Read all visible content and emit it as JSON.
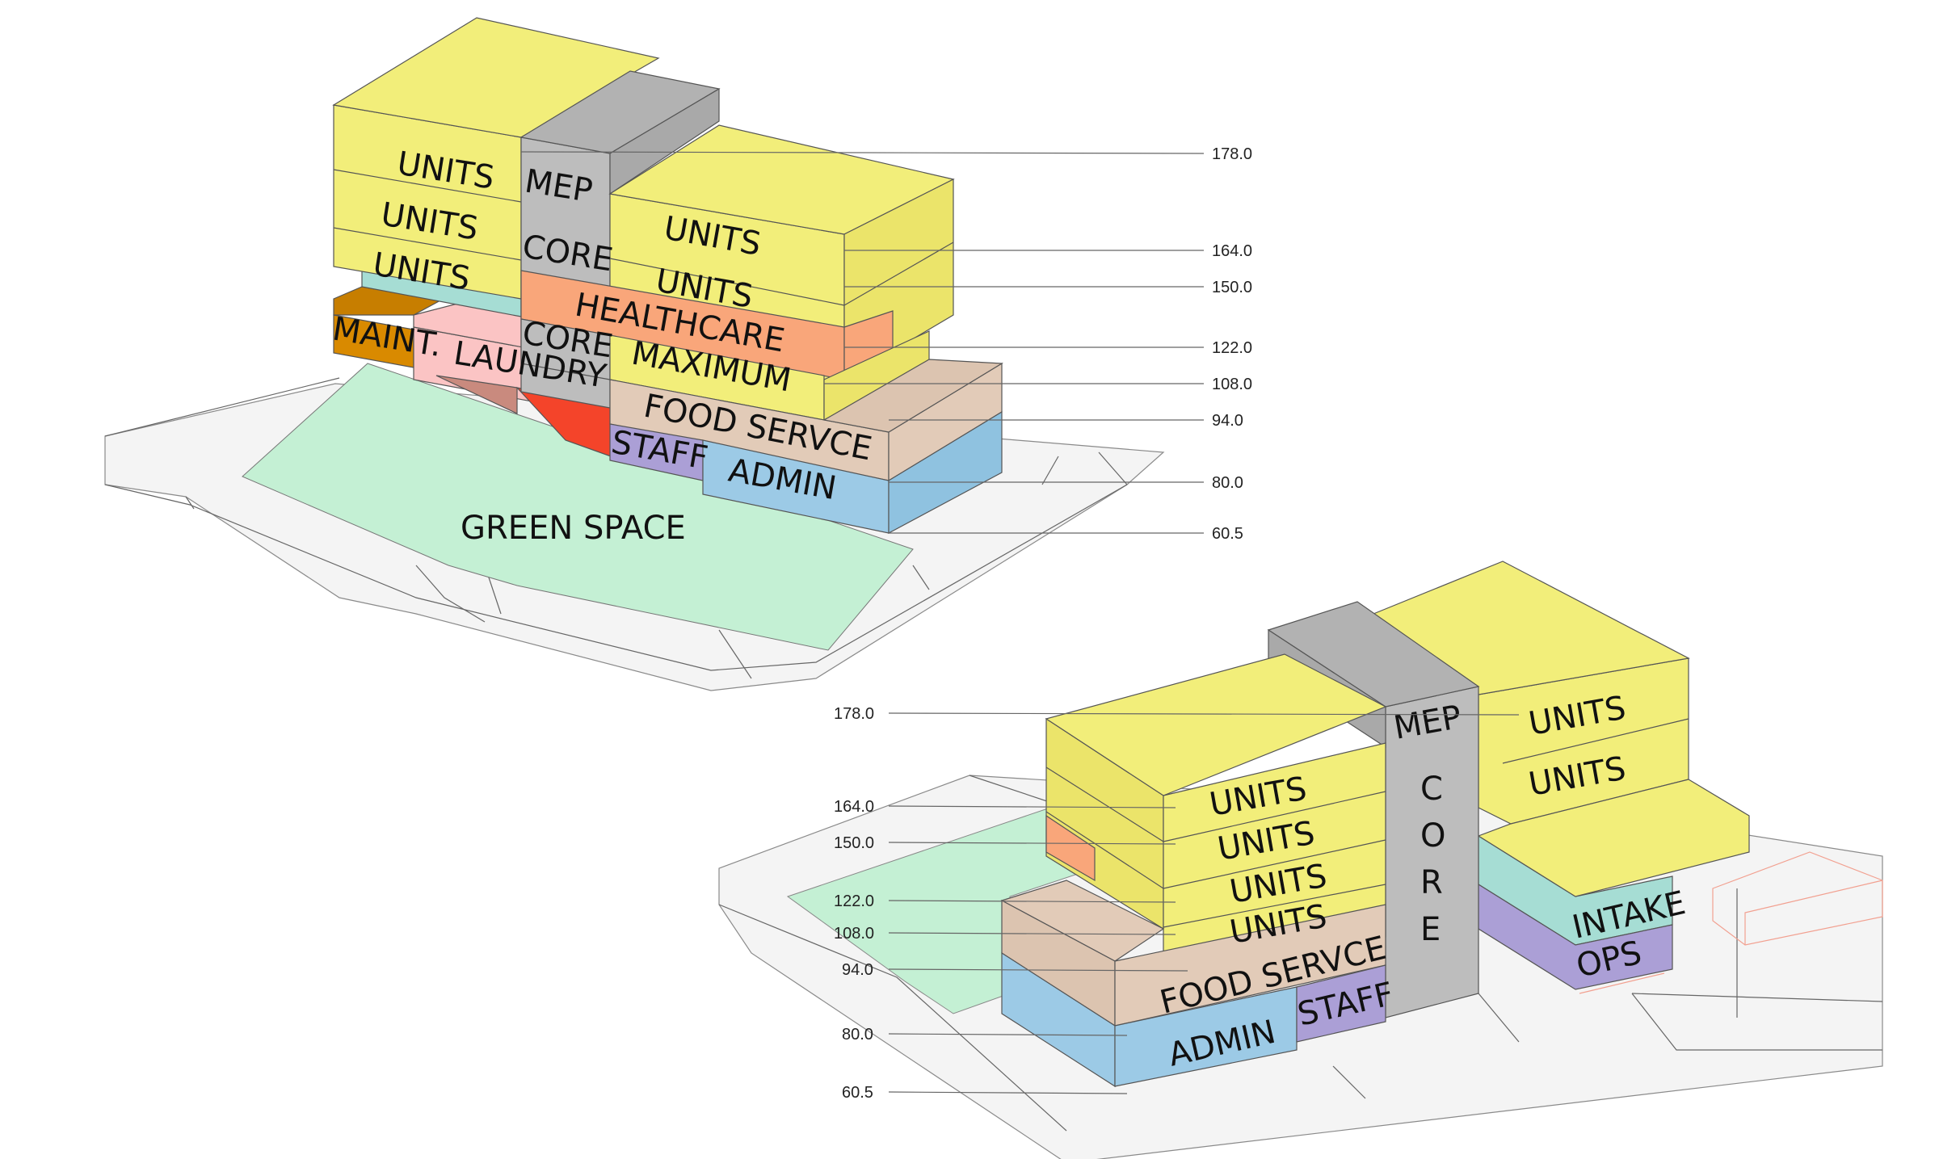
{
  "colors": {
    "units": "#f2ee7a",
    "core": "#bdbdbd",
    "healthcare": "#f9a67a",
    "intake": "#a6ddd4",
    "maint": "#d98a00",
    "laundry": "#fbc4c4",
    "maximum": "#f2ee7a",
    "food": "#e2cbb8",
    "staff": "#ab9fd6",
    "admin": "#9ccae6",
    "ops": "#ab9fd6",
    "green": "#c4f0d4",
    "red": "#f4442a"
  },
  "view1": {
    "labels": {
      "units_1": "UNITS",
      "units_2": "UNITS",
      "units_3": "UNITS",
      "mep": "MEP",
      "core_upper": "CORE",
      "core_lower": "CORE",
      "units_right_1": "UNITS",
      "units_right_2": "UNITS",
      "healthcare": "HEALTHCARE",
      "maint": "MAINT.",
      "laundry": "LAUNDRY",
      "maximum": "MAXIMUM",
      "food": "FOOD SERVCE",
      "staff": "STAFF",
      "admin": "ADMIN",
      "green": "GREEN SPACE"
    },
    "elevations": [
      "178.0",
      "164.0",
      "150.0",
      "122.0",
      "108.0",
      "94.0",
      "80.0",
      "60.5"
    ]
  },
  "view2": {
    "labels": {
      "mep": "MEP",
      "core_c": "C",
      "core_o": "O",
      "core_r": "R",
      "core_e": "E",
      "units_right_1": "UNITS",
      "units_right_2": "UNITS",
      "units_left_1": "UNITS",
      "units_left_2": "UNITS",
      "units_left_3": "UNITS",
      "units_left_4": "UNITS",
      "intake": "INTAKE",
      "ops": "OPS",
      "food": "FOOD SERVCE",
      "staff": "STAFF",
      "admin": "ADMIN"
    },
    "elevations": [
      "178.0",
      "164.0",
      "150.0",
      "122.0",
      "108.0",
      "94.0",
      "80.0",
      "60.5"
    ]
  }
}
